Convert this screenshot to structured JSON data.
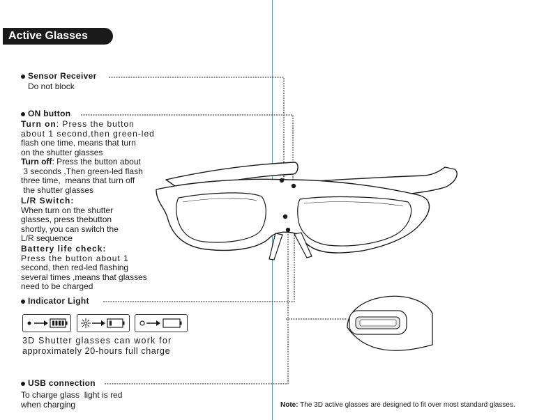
{
  "title": "Active Glasses",
  "sensor": {
    "heading": "Sensor Receiver",
    "desc": "Do not block"
  },
  "on_button": {
    "heading": "ON button",
    "turn_on_label": "Turn on",
    "turn_on_lines": [
      ": Press the button",
      "about 1 second,then green-led",
      "flash one time, means that turn",
      "on the shutter glasses"
    ],
    "turn_off_label": "Turn off",
    "turn_off_lines": [
      ": Press the button about",
      " 3 seconds ,Then green-led flash",
      "three time,  means that turn off",
      " the shutter glasses"
    ]
  },
  "lr_switch": {
    "heading": "L/R Switch:",
    "lines": [
      "When turn on the shutter",
      "glasses, press thebutton",
      "shortly, you can switch the",
      "L/R sequence"
    ]
  },
  "battery": {
    "heading": "Battery life check:",
    "lines": [
      "Press the button about 1",
      "second, then red-led flashing",
      "several times ,means that glasses",
      "need to be charged"
    ]
  },
  "indicator": {
    "heading": "Indicator Light",
    "icons": [
      "green-led-full-battery-icon",
      "red-led-flash-low-battery-icon",
      "off-led-empty-battery-icon"
    ],
    "desc_lines": [
      "3D Shutter glasses can work for",
      "approximately 20-hours full charge"
    ]
  },
  "usb": {
    "heading": "USB connection",
    "lines": [
      "To charge glass  light is red",
      "when charging"
    ]
  },
  "note": {
    "label": "Note:",
    "text": " The 3D active glasses are designed to fit over most standard glasses."
  }
}
